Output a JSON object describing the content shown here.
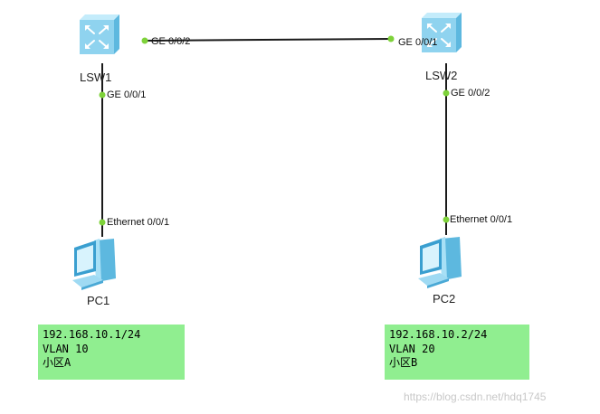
{
  "devices": {
    "lsw1": {
      "name": "LSW1",
      "icon": "switch-icon"
    },
    "lsw2": {
      "name": "LSW2",
      "icon": "switch-icon"
    },
    "pc1": {
      "name": "PC1",
      "icon": "pc-icon"
    },
    "pc2": {
      "name": "PC2",
      "icon": "pc-icon"
    }
  },
  "ports": {
    "lsw1_ge002": "GE 0/0/2",
    "lsw2_ge001": "GE 0/0/1",
    "lsw1_ge001": "GE 0/0/1",
    "lsw2_ge002": "GE 0/0/2",
    "pc1_eth": "Ethernet 0/0/1",
    "pc2_eth": "Ethernet 0/0/1"
  },
  "notes": {
    "pc1": {
      "ip": "192.168.10.1/24",
      "vlan": "VLAN 10",
      "area": "小区A"
    },
    "pc2": {
      "ip": "192.168.10.2/24",
      "vlan": "VLAN 20",
      "area": "小区B"
    }
  },
  "watermark": "https://blog.csdn.net/hdq1745",
  "colors": {
    "link": "#1a1a1a",
    "port_dot": "#7ed23a",
    "note_bg": "#90ee90",
    "switch_fill": "#8fd3ef",
    "pc_fill": "#86cdee"
  }
}
